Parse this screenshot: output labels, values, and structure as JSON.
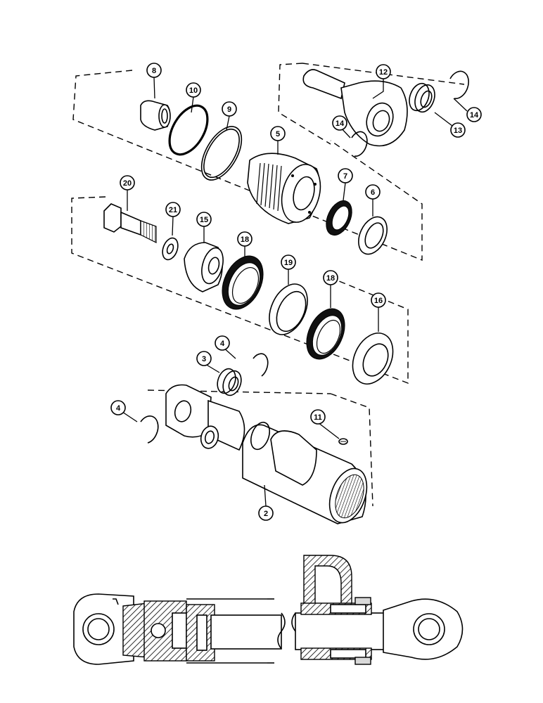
{
  "callouts": [
    {
      "id": "c8",
      "label": "8"
    },
    {
      "id": "c10",
      "label": "10"
    },
    {
      "id": "c9",
      "label": "9"
    },
    {
      "id": "c12",
      "label": "12"
    },
    {
      "id": "c14a",
      "label": "14"
    },
    {
      "id": "c14b",
      "label": "14"
    },
    {
      "id": "c13",
      "label": "13"
    },
    {
      "id": "c5",
      "label": "5"
    },
    {
      "id": "c7",
      "label": "7"
    },
    {
      "id": "c6",
      "label": "6"
    },
    {
      "id": "c20",
      "label": "20"
    },
    {
      "id": "c21",
      "label": "21"
    },
    {
      "id": "c15",
      "label": "15"
    },
    {
      "id": "c18a",
      "label": "18"
    },
    {
      "id": "c19",
      "label": "19"
    },
    {
      "id": "c18b",
      "label": "18"
    },
    {
      "id": "c16",
      "label": "16"
    },
    {
      "id": "c4a",
      "label": "4"
    },
    {
      "id": "c3",
      "label": "3"
    },
    {
      "id": "c4b",
      "label": "4"
    },
    {
      "id": "c11",
      "label": "11"
    },
    {
      "id": "c2",
      "label": "2"
    }
  ]
}
